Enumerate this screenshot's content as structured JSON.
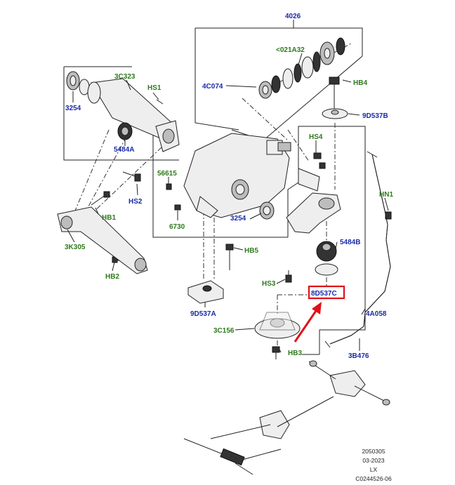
{
  "labels": {
    "l4026": "4026",
    "l021a32": "<021A32",
    "l3c323": "3C323",
    "lhs1": "HS1",
    "l4c074": "4C074",
    "lhb4": "HB4",
    "l3254a": "3254",
    "l9d537b": "9D537B",
    "l5484a": "5484A",
    "lhs4": "HS4",
    "l56615": "56615",
    "lhs2": "HS2",
    "lhn1": "HN1",
    "lhb1": "HB1",
    "l6730": "6730",
    "l3254b": "3254",
    "l5484b": "5484B",
    "l3k305": "3K305",
    "lhb5": "HB5",
    "lhb2": "HB2",
    "lhs3": "HS3",
    "l8d537c": "8D537C",
    "l9d537a": "9D537A",
    "l4a058": "4A058",
    "l3c156": "3C156",
    "lhb3": "HB3",
    "l3b476": "3B476"
  },
  "meta": {
    "code1": "2050305",
    "date": "03-2023",
    "model": "LX",
    "ref": "C0244526-06"
  },
  "colors": {
    "label_blue": "#1a2aa8",
    "label_green": "#2f7a1e",
    "highlight": "#e0101a"
  }
}
